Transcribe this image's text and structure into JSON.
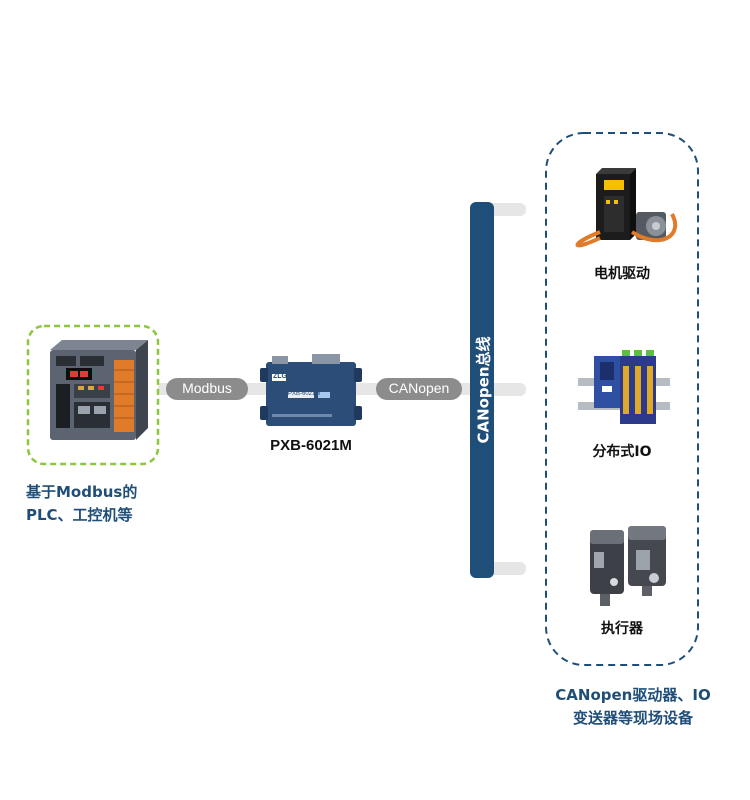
{
  "plc_caption": {
    "line1": "基于Modbus的",
    "line2": "PLC、工控机等"
  },
  "link_left_label": "Modbus",
  "gateway": {
    "name": "PXB-6021M",
    "brand": "ZLG",
    "model_tag": "PXB-6021M"
  },
  "link_right_label": "CANopen",
  "bus_label": "CANopen总线",
  "devices": [
    {
      "label": "电机驱动",
      "icon": "servo-motor-drive-icon"
    },
    {
      "label": "分布式IO",
      "icon": "distributed-io-icon"
    },
    {
      "label": "执行器",
      "icon": "actuator-icon"
    }
  ],
  "field_caption": {
    "line1": "CANopen驱动器、IO",
    "line2": "变送器等现场设备"
  },
  "colors": {
    "navy": "#1f4e79",
    "green_dashed": "#8dc63f",
    "pill_gray": "#8c8c8c",
    "connector_gray": "#e6e6e6"
  }
}
